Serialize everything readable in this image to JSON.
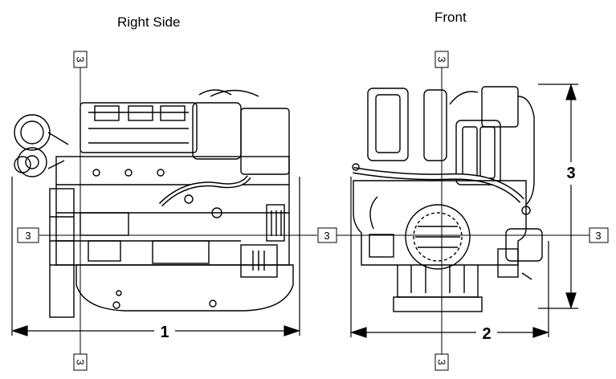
{
  "views": {
    "right_side": {
      "title": "Right Side"
    },
    "front": {
      "title": "Front"
    }
  },
  "dimensions": {
    "length": "1",
    "width": "2",
    "height": "3"
  },
  "datum_label": "3"
}
